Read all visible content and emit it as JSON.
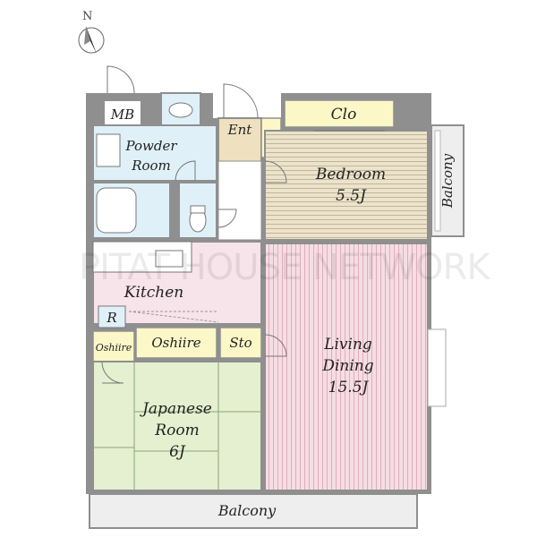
{
  "compass": {
    "label": "N"
  },
  "watermark": "PITAT HOUSE NETWORK",
  "rooms": {
    "mb": "MB",
    "powder_line1": "Powder",
    "powder_line2": "Room",
    "ent": "Ent",
    "clo": "Clo",
    "bedroom_line1": "Bedroom",
    "bedroom_line2": "5.5J",
    "balcony_east": "Balcony",
    "kitchen": "Kitchen",
    "refrigerator": "R",
    "oshiire_small": "Oshiire",
    "oshiire": "Oshiire",
    "sto": "Sto",
    "living_line1": "Living",
    "living_line2": "Dining",
    "living_line3": "15.5J",
    "japanese_line1": "Japanese",
    "japanese_line2": "Room",
    "japanese_line3": "6J",
    "balcony_south": "Balcony"
  },
  "colors": {
    "wall": "#8f8f8f",
    "bath": "#dff0f8",
    "entrance": "#efe1bf",
    "bedroom_floor": "#ece3cc",
    "living_floor": "#f6dde4",
    "kitchen_floor": "#f7e3ea",
    "tatami": "#e4f0cf",
    "closet": "#fbf7c7",
    "balcony": "#eeeeee"
  }
}
